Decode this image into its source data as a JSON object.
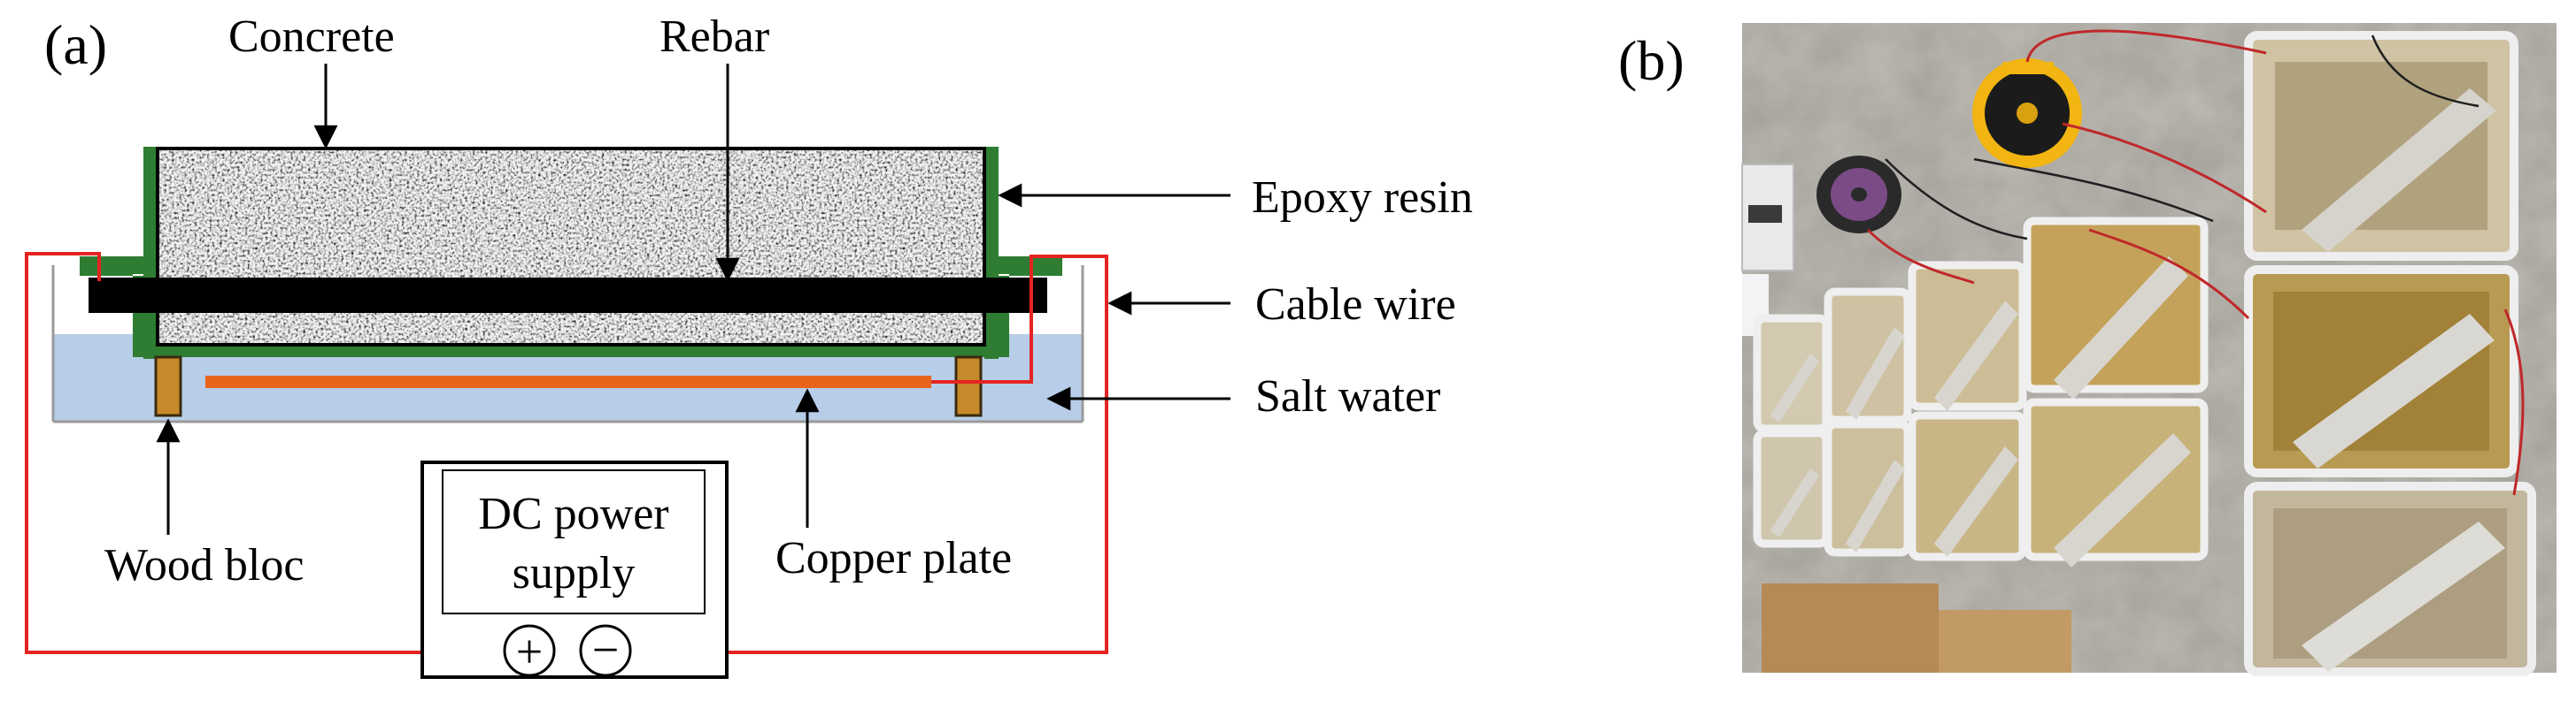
{
  "panel_a": {
    "tag": "(a)",
    "labels": {
      "concrete": "Concrete",
      "rebar": "Rebar",
      "epoxy_resin": "Epoxy resin",
      "cable_wire": "Cable wire",
      "salt_water": "Salt water",
      "wood_bloc": "Wood bloc",
      "copper_plate": "Copper plate",
      "power_supply_line1": "DC power",
      "power_supply_line2": "supply",
      "plus": "+",
      "minus": "−"
    },
    "colors": {
      "concrete": "#c9c9c9",
      "epoxy": "#2e7d32",
      "rebar": "#000000",
      "salt_water": "#b7cde8",
      "wood": "#c68a2a",
      "copper": "#e8641c",
      "cable": "#e52421"
    }
  },
  "panel_b": {
    "tag": "(b)"
  }
}
